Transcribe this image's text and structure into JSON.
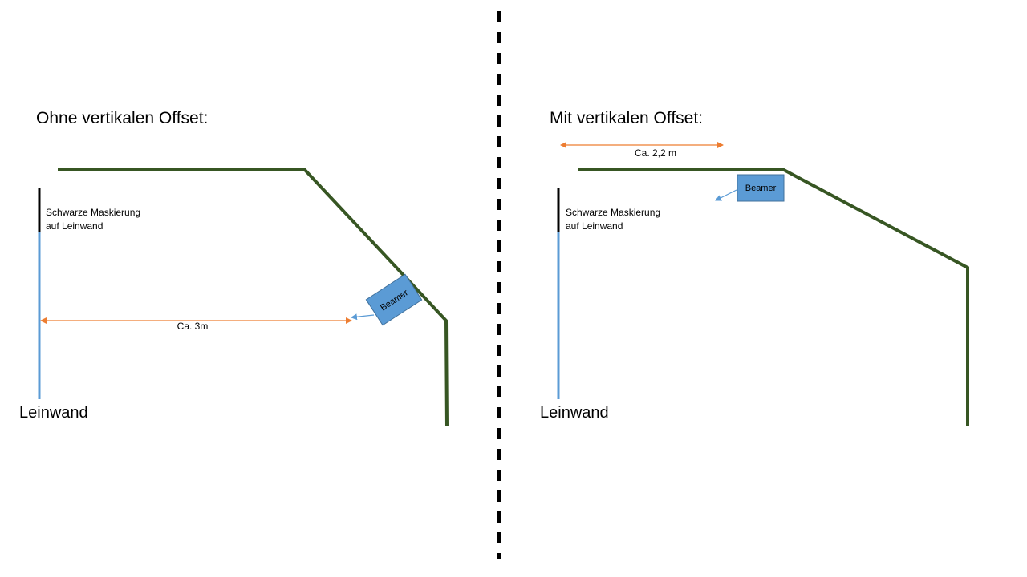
{
  "colors": {
    "wall": "#375623",
    "screen": "#5b9bd5",
    "mask": "#000000",
    "dimension": "#ed7d31",
    "beam_arrow": "#5b9bd5",
    "beamer_fill": "#5b9bd5",
    "beamer_stroke": "#41719c",
    "divider": "#000000"
  },
  "left": {
    "title": "Ohne vertikalen Offset:",
    "mask_label_line1": "Schwarze Maskierung",
    "mask_label_line2": "auf Leinwand",
    "distance_label": "Ca. 3m",
    "beamer_label": "Beamer",
    "screen_label": "Leinwand"
  },
  "right": {
    "title": "Mit vertikalen Offset:",
    "distance_label": "Ca. 2,2 m",
    "mask_label_line1": "Schwarze Maskierung",
    "mask_label_line2": "auf Leinwand",
    "beamer_label": "Beamer",
    "screen_label": "Leinwand"
  }
}
